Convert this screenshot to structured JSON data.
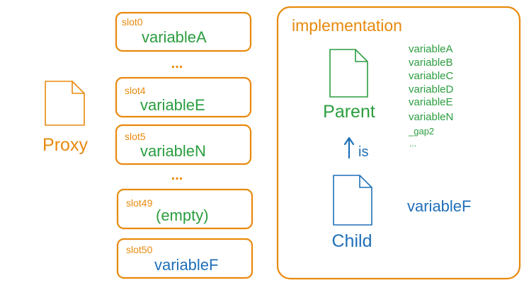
{
  "colors": {
    "orange": "#e8890c",
    "green": "#2a9d3f",
    "blue": "#1f6fb8"
  },
  "proxy": {
    "label": "Proxy",
    "icon": "document-icon"
  },
  "slots": [
    {
      "slot": "slot0",
      "value": "variableA",
      "value_color": "green"
    },
    {
      "slot": "slot4",
      "value": "variableE",
      "value_color": "green"
    },
    {
      "slot": "slot5",
      "value": "variableN",
      "value_color": "green"
    },
    {
      "slot": "slot49",
      "value": "(empty)",
      "value_color": "green"
    },
    {
      "slot": "slot50",
      "value": "variableF",
      "value_color": "blue"
    }
  ],
  "ellipses": [
    "...",
    "..."
  ],
  "implementation": {
    "title": "implementation",
    "parent": {
      "label": "Parent",
      "icon": "document-icon",
      "vars": [
        "variableA",
        "variableB",
        "variableC",
        "variableD",
        "variableE",
        "variableN",
        "_gap2",
        "..."
      ]
    },
    "relation": "is",
    "child": {
      "label": "Child",
      "icon": "document-icon",
      "vars": [
        "variableF"
      ]
    }
  }
}
